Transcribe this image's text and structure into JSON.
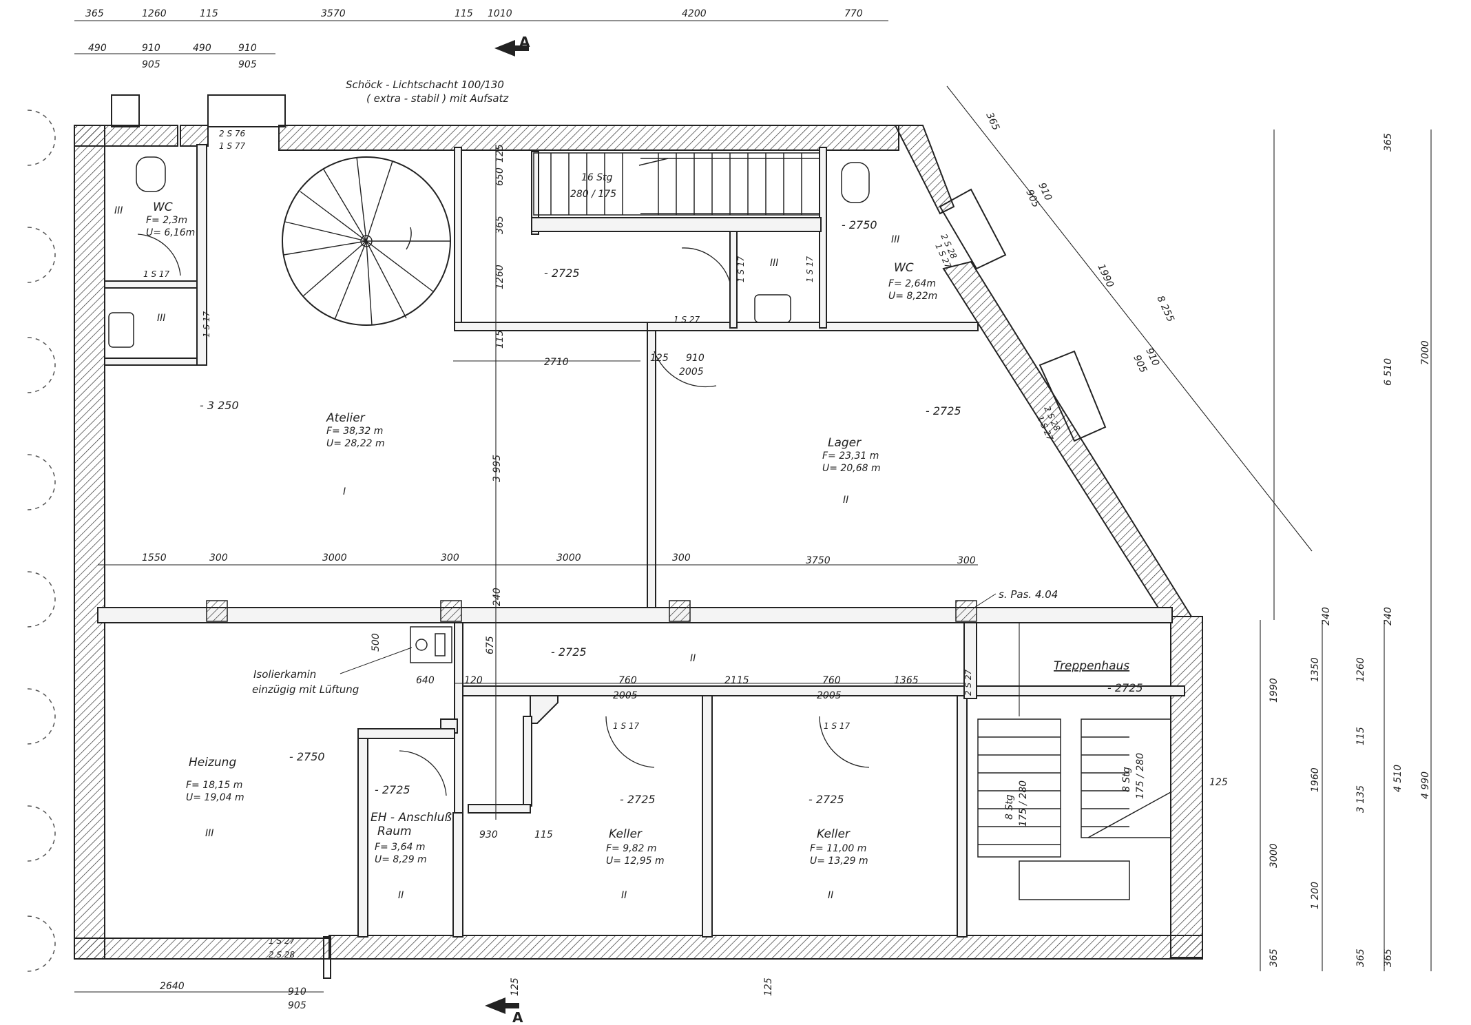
{
  "top_dims_row1": [
    "365",
    "1260",
    "115",
    "3570",
    "115",
    "1010",
    "4200",
    "770"
  ],
  "top_dims_row2": [
    "490",
    "910",
    "490",
    "910"
  ],
  "top_dims_row3": [
    "905",
    "905"
  ],
  "section_mark": "A",
  "lightwell_note_1": "Schöck - Lichtschacht   100/130",
  "lightwell_note_2": "( extra - stabil )  mit  Aufsatz",
  "rooms": {
    "wc_top_left": {
      "num": "III",
      "name": "WC",
      "f": "F= 2,3m",
      "u": "U= 6,16m"
    },
    "wc_top_right": {
      "num": "III",
      "name": "WC",
      "f": "F= 2,64m",
      "u": "U= 8,22m"
    },
    "atelier": {
      "num": "I",
      "name": "Atelier",
      "f": "F= 38,32 m",
      "u": "U= 28,22 m",
      "level": "- 3 250"
    },
    "lager": {
      "num": "II",
      "name": "Lager",
      "f": "F= 23,31 m",
      "u": "U= 20,68 m",
      "level": "- 2725"
    },
    "heizung": {
      "num": "III",
      "name": "Heizung",
      "f": "F= 18,15 m",
      "u": "U= 19,04 m",
      "level": "- 2750"
    },
    "eh_raum": {
      "num": "II",
      "name1": "EH - Anschluß",
      "name2": "Raum",
      "f": "F= 3,64 m",
      "u": "U= 8,29 m",
      "level": "- 2725"
    },
    "keller_1": {
      "num": "II",
      "name": "Keller",
      "f": "F= 9,82 m",
      "u": "U= 12,95 m",
      "level": "- 2725"
    },
    "keller_2": {
      "num": "II",
      "name": "Keller",
      "f": "F= 11,00 m",
      "u": "U= 13,29 m",
      "level": "- 2725"
    },
    "treppenhaus": {
      "name": "Treppenhaus",
      "level": "- 2725"
    },
    "corridor": {
      "num": "II",
      "level": "- 2725"
    },
    "hall_top": {
      "level": "- 2725"
    },
    "wc_level": "- 2750",
    "small_room_num": "III",
    "small_room_num2": "III"
  },
  "stairs_top": {
    "steps": "16 Stg",
    "ratio": "280 / 175"
  },
  "stairs_right_a": {
    "steps": "8 Stg",
    "ratio": "175 / 280"
  },
  "stairs_right_b": {
    "steps": "8 Stg",
    "ratio": "175 / 280"
  },
  "chimney_1": "Isolierkamin",
  "chimney_2": "einzügig  mit  Lüftung",
  "see_ref": "s. Pas. 4.04",
  "inner_dims_upper": [
    "1550",
    "300",
    "3000",
    "300",
    "3000",
    "300",
    "3750",
    "300"
  ],
  "inner_dims_misc": [
    "2710",
    "125",
    "910",
    "2005",
    "3 995",
    "1260",
    "365",
    "650",
    "125",
    "115",
    "240",
    "675"
  ],
  "corridor_dims": [
    "760",
    "2005",
    "2115",
    "760",
    "2005",
    "1365"
  ],
  "lower_dims": [
    "930",
    "115",
    "640",
    "120",
    "500"
  ],
  "door_codes": [
    "1 S 17",
    "1 S 17",
    "1 S 17",
    "1 S 17",
    "1 S 27",
    "1 S 17",
    "1 S 17",
    "2 S 27",
    "1 S 27",
    "2 S 28",
    "2 S 76",
    "1 S 77",
    "2 S 28",
    "1 S 27",
    "2 S 28",
    "1 S 27"
  ],
  "diag_dims": [
    "365",
    "910",
    "905",
    "1990",
    "910",
    "905",
    "8 255"
  ],
  "right_dims_a": [
    "365",
    "6 510",
    "7000"
  ],
  "right_dims_b": [
    "240",
    "1990",
    "1350",
    "1260",
    "115",
    "1960",
    "3000",
    "3 135",
    "4 510",
    "4 990",
    "1 200",
    "365",
    "365",
    "365",
    "240",
    "125"
  ],
  "bottom_dims": [
    "2640",
    "910",
    "905",
    "125",
    "125"
  ]
}
